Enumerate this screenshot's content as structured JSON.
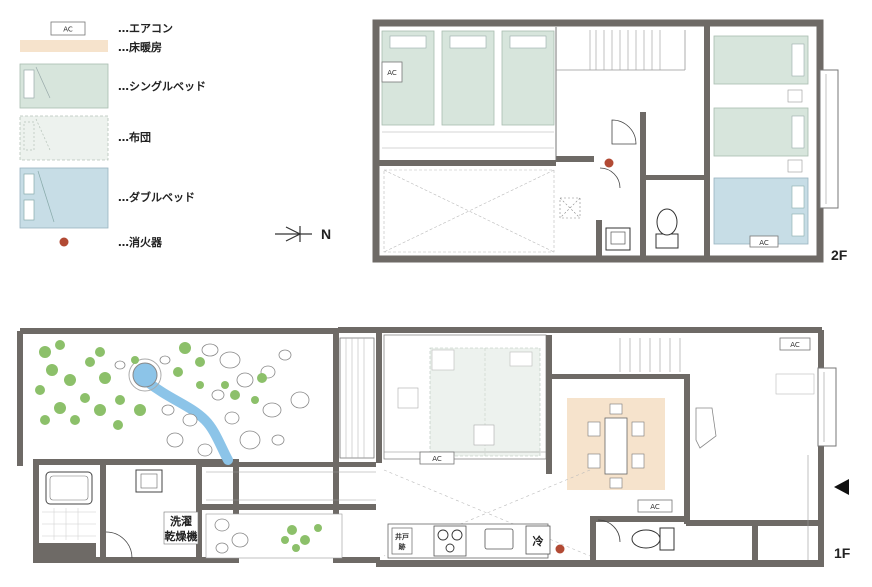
{
  "legend": {
    "ac_symbol": "AC",
    "items": [
      {
        "key": "ac",
        "label": "…エアコン"
      },
      {
        "key": "floor_heating",
        "label": "…床暖房"
      },
      {
        "key": "single_bed",
        "label": "…シングルベッド"
      },
      {
        "key": "futon",
        "label": "…布団"
      },
      {
        "key": "double_bed",
        "label": "…ダブルベッド"
      },
      {
        "key": "extinguisher",
        "label": "…消火器"
      }
    ]
  },
  "compass": {
    "label": "N"
  },
  "floors": {
    "second": {
      "label": "2F",
      "ac_labels": [
        "AC",
        "AC"
      ]
    },
    "first": {
      "label": "1F",
      "ac_labels": [
        "AC",
        "AC",
        "AC"
      ],
      "laundry": [
        "洗濯",
        "乾燥機"
      ],
      "well_trace": [
        "井戸",
        "跡"
      ],
      "fridge": "冷"
    }
  },
  "colors": {
    "wall": "#6e6a66",
    "floor_heating": "#f6e3cc",
    "single_bed": "#d7e5dc",
    "futon": "#edf2ee",
    "double_bed": "#c7dde6",
    "extinguisher": "#b24a34",
    "leaf": "#8cc06a",
    "water": "#8cc4e8"
  }
}
